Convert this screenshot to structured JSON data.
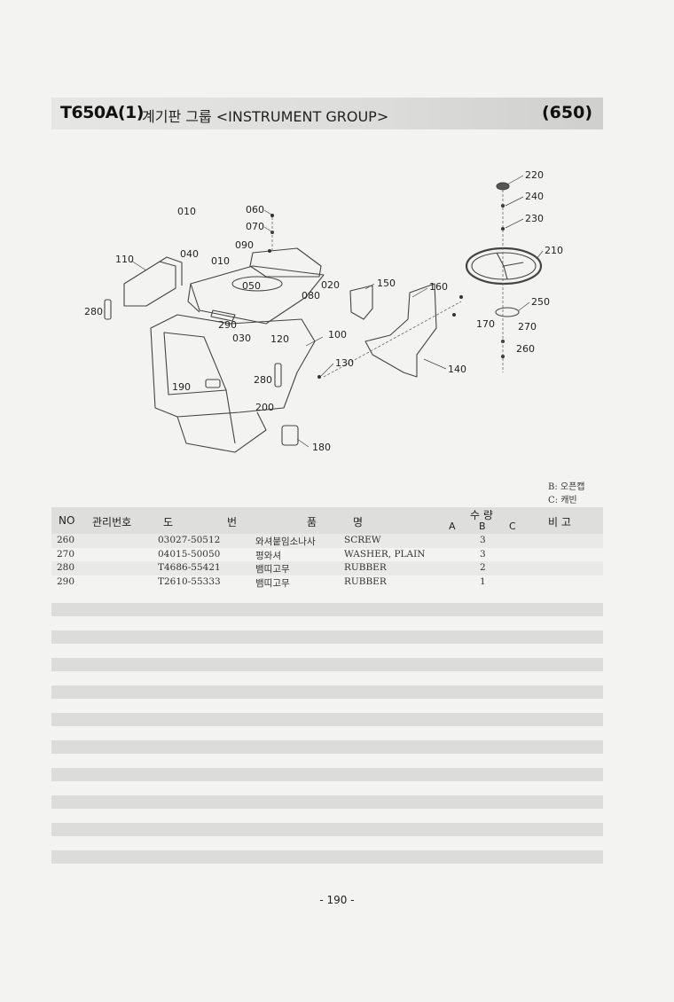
{
  "header": {
    "model": "T650A(1)",
    "title": "계기판 그룹 <INSTRUMENT GROUP>",
    "page_code": "(650)"
  },
  "diagram": {
    "callouts": [
      "010",
      "060",
      "070",
      "090",
      "040",
      "010",
      "110",
      "050",
      "020",
      "080",
      "280",
      "290",
      "030",
      "120",
      "100",
      "130",
      "190",
      "280",
      "200",
      "180",
      "150",
      "160",
      "170",
      "140",
      "220",
      "240",
      "230",
      "210",
      "250",
      "270",
      "260"
    ]
  },
  "legend": {
    "b": "B: 오픈캡",
    "c": "C: 캐빈"
  },
  "table": {
    "headers": {
      "no": "NO",
      "mgmt": "관리번호",
      "drawing_1": "도",
      "drawing_2": "번",
      "name_1": "품",
      "name_2": "명",
      "qty": "수  량",
      "qty_a": "A",
      "qty_b": "B",
      "qty_c": "C",
      "remarks": "비  고"
    },
    "rows": [
      {
        "no": "260",
        "mgmt": "",
        "part": "03027-50512",
        "kname": "와셔붙임소나사",
        "ename": "SCREW",
        "a": "",
        "b": "3",
        "c": "",
        "remarks": ""
      },
      {
        "no": "270",
        "mgmt": "",
        "part": "04015-50050",
        "kname": "평와셔",
        "ename": "WASHER, PLAIN",
        "a": "",
        "b": "3",
        "c": "",
        "remarks": ""
      },
      {
        "no": "280",
        "mgmt": "",
        "part": "T4686-55421",
        "kname": "뱀띠고무",
        "ename": "RUBBER",
        "a": "",
        "b": "2",
        "c": "",
        "remarks": ""
      },
      {
        "no": "290",
        "mgmt": "",
        "part": "T2610-55333",
        "kname": "뱀띠고무",
        "ename": "RUBBER",
        "a": "",
        "b": "1",
        "c": "",
        "remarks": ""
      }
    ]
  },
  "footer": {
    "page_number": "- 190 -"
  }
}
